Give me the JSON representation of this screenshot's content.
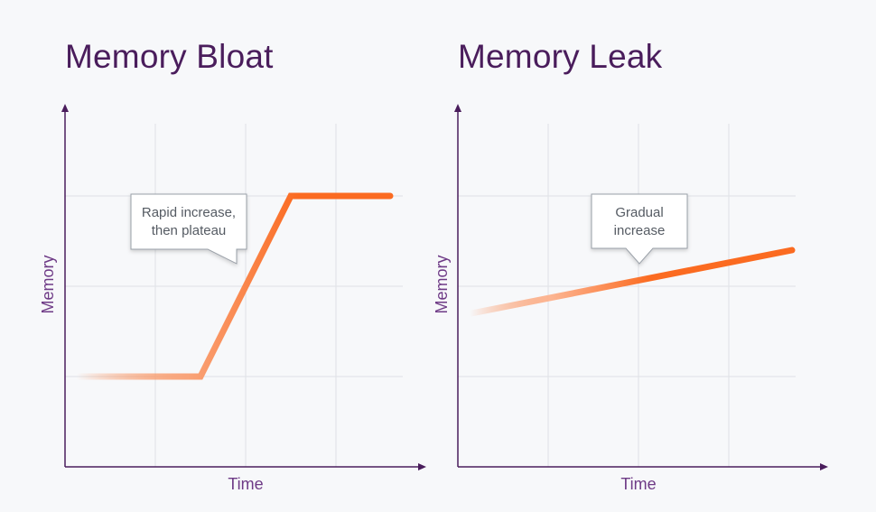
{
  "charts_title": "",
  "chart_data": [
    {
      "type": "line",
      "title": "Memory Bloat",
      "xlabel": "Time",
      "ylabel": "Memory",
      "xlim": [
        0,
        4
      ],
      "ylim": [
        0,
        4
      ],
      "grid": true,
      "series": [
        {
          "x": [
            0.15,
            1.5,
            2.5,
            3.6
          ],
          "y": [
            1,
            1,
            3,
            3
          ]
        }
      ],
      "annotation": {
        "lines": [
          "Rapid increase,",
          "then plateau"
        ]
      },
      "colors": {
        "line": "#fb6b21",
        "fade": "#fdd2b8"
      }
    },
    {
      "type": "line",
      "title": "Memory Leak",
      "xlabel": "Time",
      "ylabel": "Memory",
      "xlim": [
        0,
        4
      ],
      "ylim": [
        0,
        4
      ],
      "grid": true,
      "series": [
        {
          "x": [
            0.15,
            3.7
          ],
          "y": [
            1.7,
            2.4
          ]
        }
      ],
      "annotation": {
        "lines": [
          "Gradual",
          "increase"
        ]
      },
      "colors": {
        "line": "#fb6b21",
        "fade": "#fdd2b8"
      }
    }
  ],
  "colors": {
    "axis": "#4a1d5c",
    "grid": "#dfe1e6",
    "title": "#4a1d5c",
    "label": "#6e3a86"
  }
}
